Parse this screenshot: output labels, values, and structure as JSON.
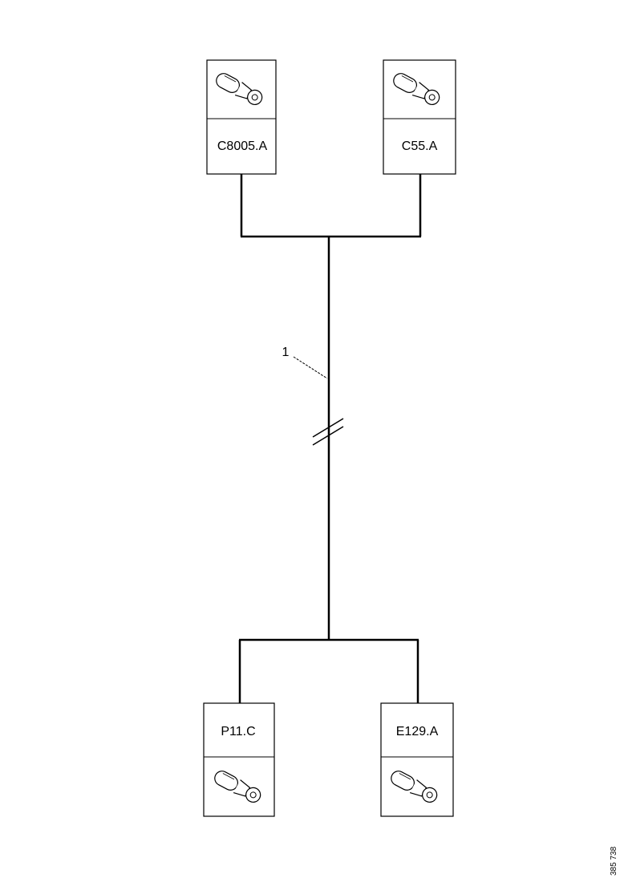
{
  "connectors": {
    "top_left": {
      "label": "C8005.A",
      "icon": "ring-terminal-icon"
    },
    "top_right": {
      "label": "C55.A",
      "icon": "ring-terminal-icon"
    },
    "bottom_left": {
      "label": "P11.C",
      "icon": "ring-terminal-icon"
    },
    "bottom_right": {
      "label": "E129.A",
      "icon": "ring-terminal-icon"
    }
  },
  "wire": {
    "callout": "1"
  },
  "reference_code": "385 738",
  "colors": {
    "line": "#000000",
    "background": "#ffffff"
  }
}
